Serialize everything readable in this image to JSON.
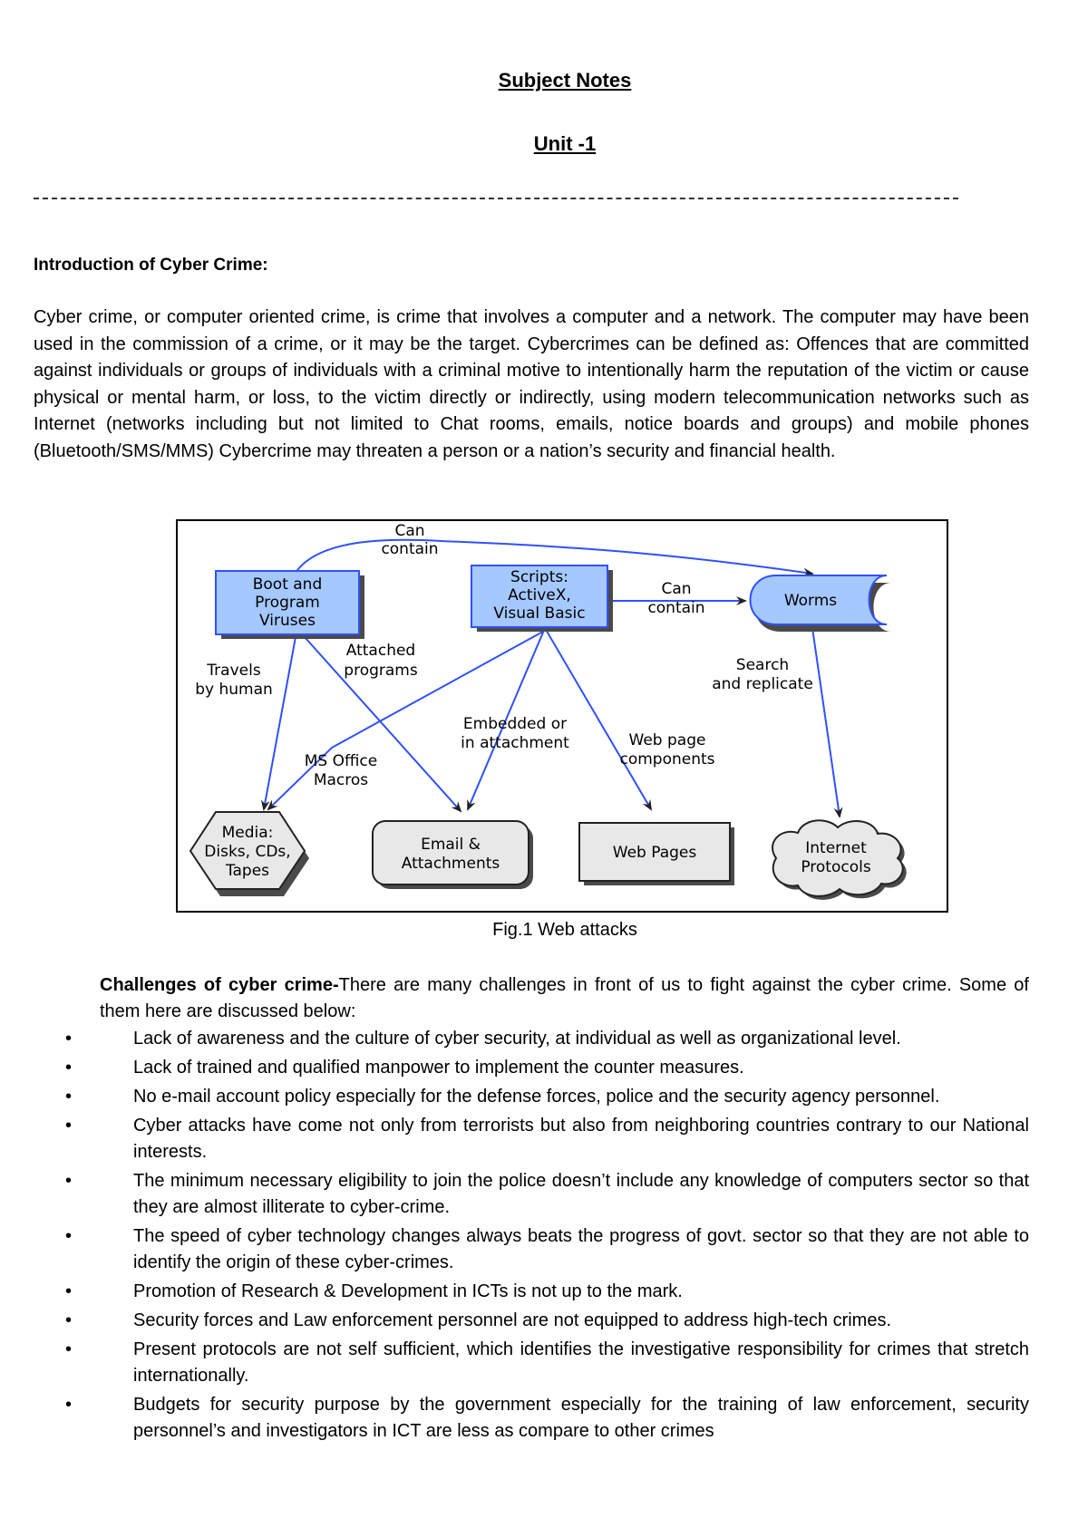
{
  "document": {
    "title": "Subject Notes",
    "unit": "Unit -1",
    "rule": "--------------------------------------------------------------------------------------------------------------------------------------------",
    "section_heading": "Introduction of Cyber Crime:",
    "intro_paragraph": "Cyber crime, or computer oriented crime, is crime that involves a computer and a network. The computer may have been used in the commission of a crime, or it may be the target. Cybercrimes can be defined as: Offences that are committed against individuals or groups of individuals with a criminal motive to intentionally harm the reputation of the victim or cause physical or mental harm, or loss, to the victim directly or indirectly, using modern telecommunication networks such as Internet (networks including but not limited to Chat rooms, emails, notice boards and groups) and mobile phones (Bluetooth/SMS/MMS) Cybercrime may threaten a person or a nation’s security and financial health.",
    "figure_caption": "Fig.1 Web attacks",
    "challenges_heading": "Challenges of cyber crime-",
    "challenges_intro": "There are many challenges in front of us to fight against the cyber crime. Some of them here are discussed below:",
    "bullet_symbol": "•",
    "challenges": [
      "Lack of awareness and the culture of cyber security, at individual as well as organizational level.",
      "Lack of trained and qualified manpower to implement the counter measures.",
      "No e-mail account policy especially for the defense forces, police and the security agency personnel.",
      "Cyber attacks have come not only from terrorists but also from neighboring countries contrary to our National interests.",
      "The minimum necessary eligibility to join the police doesn’t include any knowledge of computers sector so that they are almost illiterate to cyber-crime.",
      "The speed of cyber technology changes always beats the progress of govt. sector so that they are not able to identify the origin of these cyber-crimes.",
      "Promotion of Research & Development in ICTs is not up to the mark.",
      "Security forces and Law enforcement personnel are not equipped to address high-tech crimes.",
      "Present protocols are not self sufficient, which identifies the investigative responsibility for crimes that stretch internationally.",
      "Budgets for security purpose by the government especially for the training of law enforcement, security personnel’s and investigators in ICT are less as compare to other crimes"
    ]
  },
  "diagram": {
    "nodes": {
      "boot": [
        "Boot and",
        "Program",
        "Viruses"
      ],
      "scripts": [
        "Scripts:",
        "ActiveX,",
        "Visual Basic"
      ],
      "worms": "Worms",
      "media": [
        "Media:",
        "Disks, CDs,",
        "Tapes"
      ],
      "email": [
        "Email &",
        "Attachments"
      ],
      "webpages": "Web Pages",
      "internet": [
        "Internet",
        "Protocols"
      ]
    },
    "edge_labels": {
      "can_contain_top": [
        "Can",
        "contain"
      ],
      "can_contain_right": [
        "Can",
        "contain"
      ],
      "travels": [
        "Travels",
        "by human"
      ],
      "attached": [
        "Attached",
        "programs"
      ],
      "search": [
        "Search",
        "and replicate"
      ],
      "embedded": [
        "Embedded or",
        "in attachment"
      ],
      "webpage_components": [
        "Web page",
        "components"
      ],
      "macros": [
        "MS Office",
        "Macros"
      ]
    },
    "colors": {
      "box_fill": "#a4c8ff",
      "node_fill": "#e8e8e8",
      "line": "#3050ff"
    }
  }
}
